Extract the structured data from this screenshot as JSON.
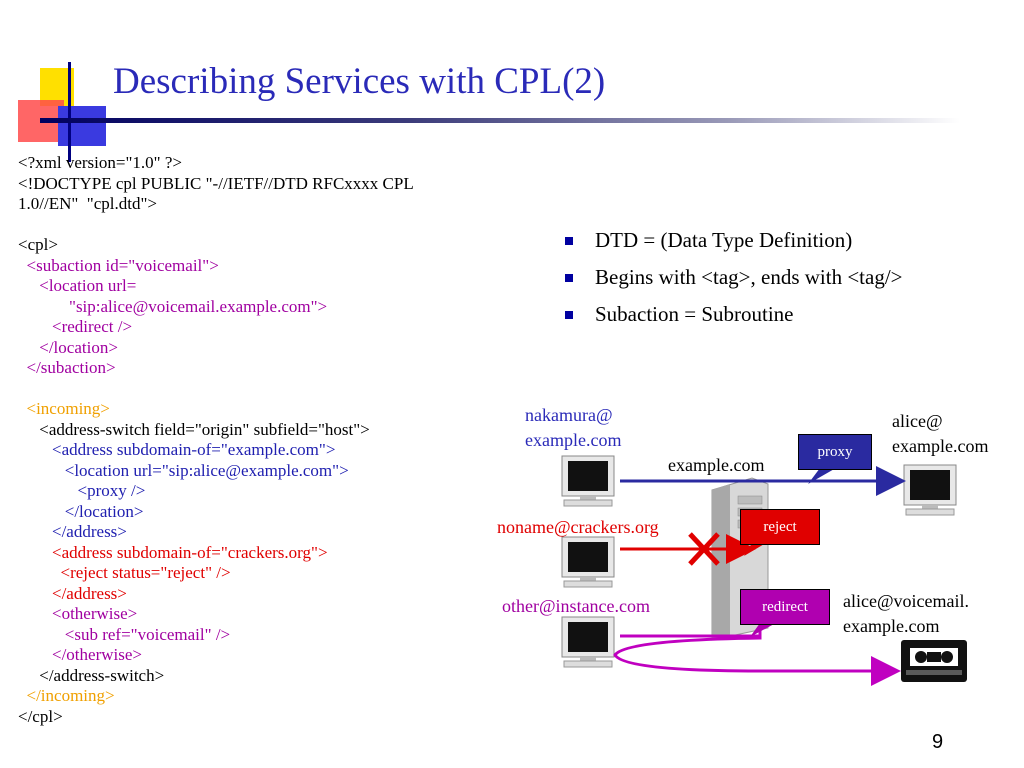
{
  "slide": {
    "title": "Describing Services with CPL(2)",
    "page_number": "9"
  },
  "code_lines": [
    {
      "indent": "",
      "text": "<?xml version=\"1.0\" ?>",
      "color": "black"
    },
    {
      "indent": "",
      "text": "<!DOCTYPE cpl PUBLIC \"-//IETF//DTD RFCxxxx CPL",
      "color": "black"
    },
    {
      "indent": "",
      "text": "1.0//EN\"  \"cpl.dtd\">",
      "color": "black"
    },
    {
      "indent": "",
      "text": "",
      "color": "black"
    },
    {
      "indent": "",
      "text": "<cpl>",
      "color": "black"
    },
    {
      "indent": "  ",
      "text": "<subaction id=\"voicemail\">",
      "color": "purple"
    },
    {
      "indent": "     ",
      "text": "<location url=",
      "color": "purple"
    },
    {
      "indent": "            ",
      "text": "\"sip:alice@voicemail.example.com\">",
      "color": "purple"
    },
    {
      "indent": "        ",
      "text": "<redirect />",
      "color": "purple"
    },
    {
      "indent": "     ",
      "text": "</location>",
      "color": "purple"
    },
    {
      "indent": "  ",
      "text": "</subaction>",
      "color": "purple"
    },
    {
      "indent": "",
      "text": "",
      "color": "black"
    },
    {
      "indent": "  ",
      "text": "<incoming>",
      "color": "orange"
    },
    {
      "indent": "     ",
      "text": "<address-switch field=\"origin\" subfield=\"host\">",
      "color": "black"
    },
    {
      "indent": "        ",
      "text": "<address subdomain-of=\"example.com\">",
      "color": "blue"
    },
    {
      "indent": "           ",
      "text": "<location url=\"sip:alice@example.com\">",
      "color": "blue"
    },
    {
      "indent": "              ",
      "text": "<proxy />",
      "color": "blue"
    },
    {
      "indent": "           ",
      "text": "</location>",
      "color": "blue"
    },
    {
      "indent": "        ",
      "text": "</address>",
      "color": "blue"
    },
    {
      "indent": "        ",
      "text": "<address subdomain-of=\"crackers.org\">",
      "color": "red"
    },
    {
      "indent": "          ",
      "text": "<reject status=\"reject\" />",
      "color": "red"
    },
    {
      "indent": "        ",
      "text": "</address>",
      "color": "red"
    },
    {
      "indent": "        ",
      "text": "<otherwise>",
      "color": "purple"
    },
    {
      "indent": "           ",
      "text": "<sub ref=\"voicemail\" />",
      "color": "purple"
    },
    {
      "indent": "        ",
      "text": "</otherwise>",
      "color": "purple"
    },
    {
      "indent": "     ",
      "text": "</address-switch>",
      "color": "black"
    },
    {
      "indent": "  ",
      "text": "</incoming>",
      "color": "orange"
    },
    {
      "indent": "",
      "text": "</cpl>",
      "color": "black"
    }
  ],
  "bullets": [
    "DTD = (Data Type Definition)",
    "Begins with <tag>, ends with <tag/>",
    "Subaction = Subroutine"
  ],
  "diagram": {
    "caller_nakamura": [
      "nakamura@",
      "example.com"
    ],
    "caller_noname": "noname@crackers.org",
    "caller_other": "other@instance.com",
    "server_domain": "example.com",
    "callee_alice": [
      "alice@",
      "example.com"
    ],
    "callee_voicemail": [
      "alice@voicemail.",
      "example.com"
    ],
    "action_proxy": "proxy",
    "action_reject": "reject",
    "action_redirect": "redirect"
  },
  "colors": {
    "title": "#2a2ab8",
    "blue": "#2020b0",
    "red": "#e00000",
    "purple": "#a000a0",
    "orange": "#f0a000",
    "proxy_box": "#2a2aa0",
    "reject_box": "#e00000",
    "redirect_box": "#b000b0"
  },
  "icons": [
    "monitor-icon",
    "server-tower-icon",
    "cassette-tape-icon",
    "reject-x-icon",
    "bullet-square-icon"
  ]
}
